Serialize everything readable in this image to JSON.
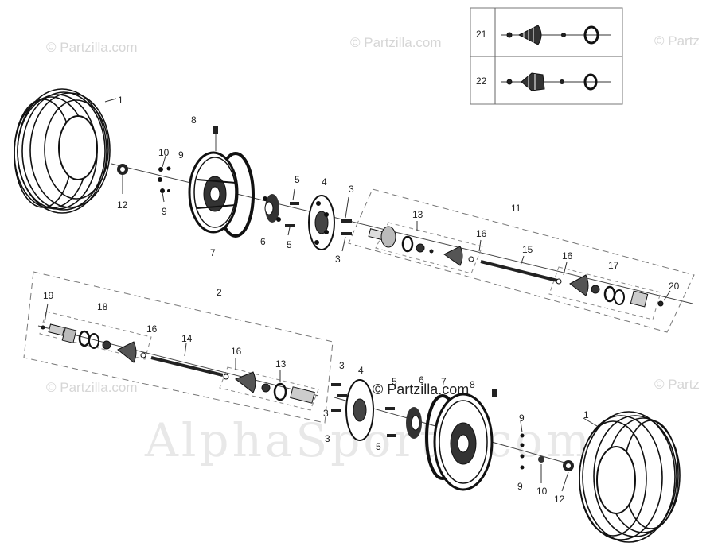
{
  "watermarks": {
    "partzilla": "© Partzilla.com",
    "partzilla_cut": "© Partz",
    "alpha": "AlphaSports.com",
    "center": "© Partzilla.com"
  },
  "inset": {
    "rows": [
      {
        "label": "21"
      },
      {
        "label": "22"
      }
    ]
  },
  "callouts": {
    "tire_top": "1",
    "nut_top": "12",
    "washer_top": "10",
    "stud_top_a": "9",
    "stud_top_b": "9",
    "valve_top": "8",
    "rim_top": "7",
    "hub_top": "6",
    "bolt_top_a": "5",
    "bolt_top_b": "5",
    "disc_top": "4",
    "screw_top_a": "3",
    "screw_top_b": "3",
    "axle_top": "11",
    "kit_top": "13",
    "boot_top_a": "16",
    "shaft_top": "15",
    "boot_top_b": "16",
    "kit_top_r": "17",
    "ring_top": "20",
    "axle_bot": "2",
    "ring_bot": "19",
    "kit_bot": "18",
    "boot_bot_a": "16",
    "shaft_bot": "14",
    "boot_bot_b": "16",
    "kit_bot_r": "13",
    "screw_bot_a": "3",
    "screw_bot_b": "3",
    "screw_bot_c": "3",
    "disc_bot": "4",
    "bolt_bot_a": "5",
    "bolt_bot_b": "5",
    "hub_bot": "6",
    "rim_bot": "7",
    "valve_bot": "8",
    "stud_bot_a": "9",
    "stud_bot_b": "9",
    "washer_bot": "10",
    "nut_bot": "12",
    "tire_bot": "1"
  }
}
